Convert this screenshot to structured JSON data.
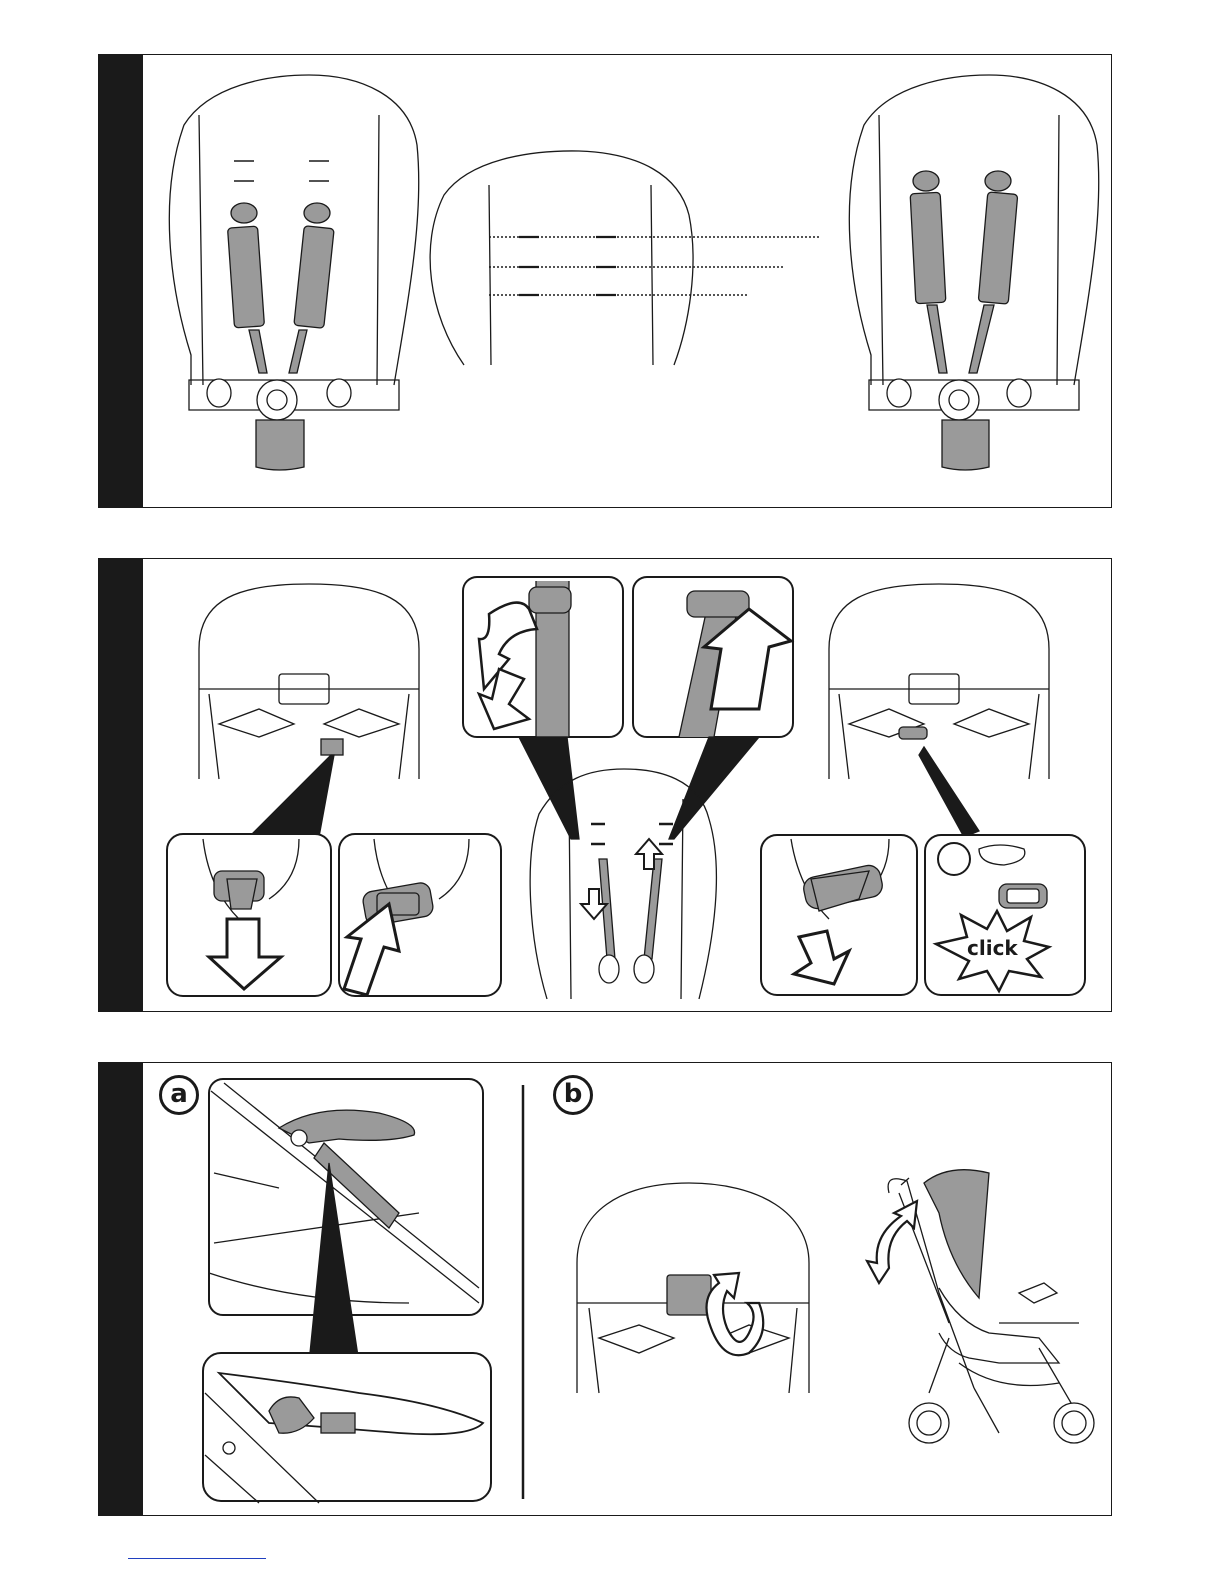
{
  "panel3": {
    "label_a": "a",
    "label_b": "b"
  },
  "panel2": {
    "click_text": "click"
  },
  "colors": {
    "line": "#1a1a1a",
    "strap_fill": "#9a9a9a",
    "bar": "#1a1a1a"
  }
}
